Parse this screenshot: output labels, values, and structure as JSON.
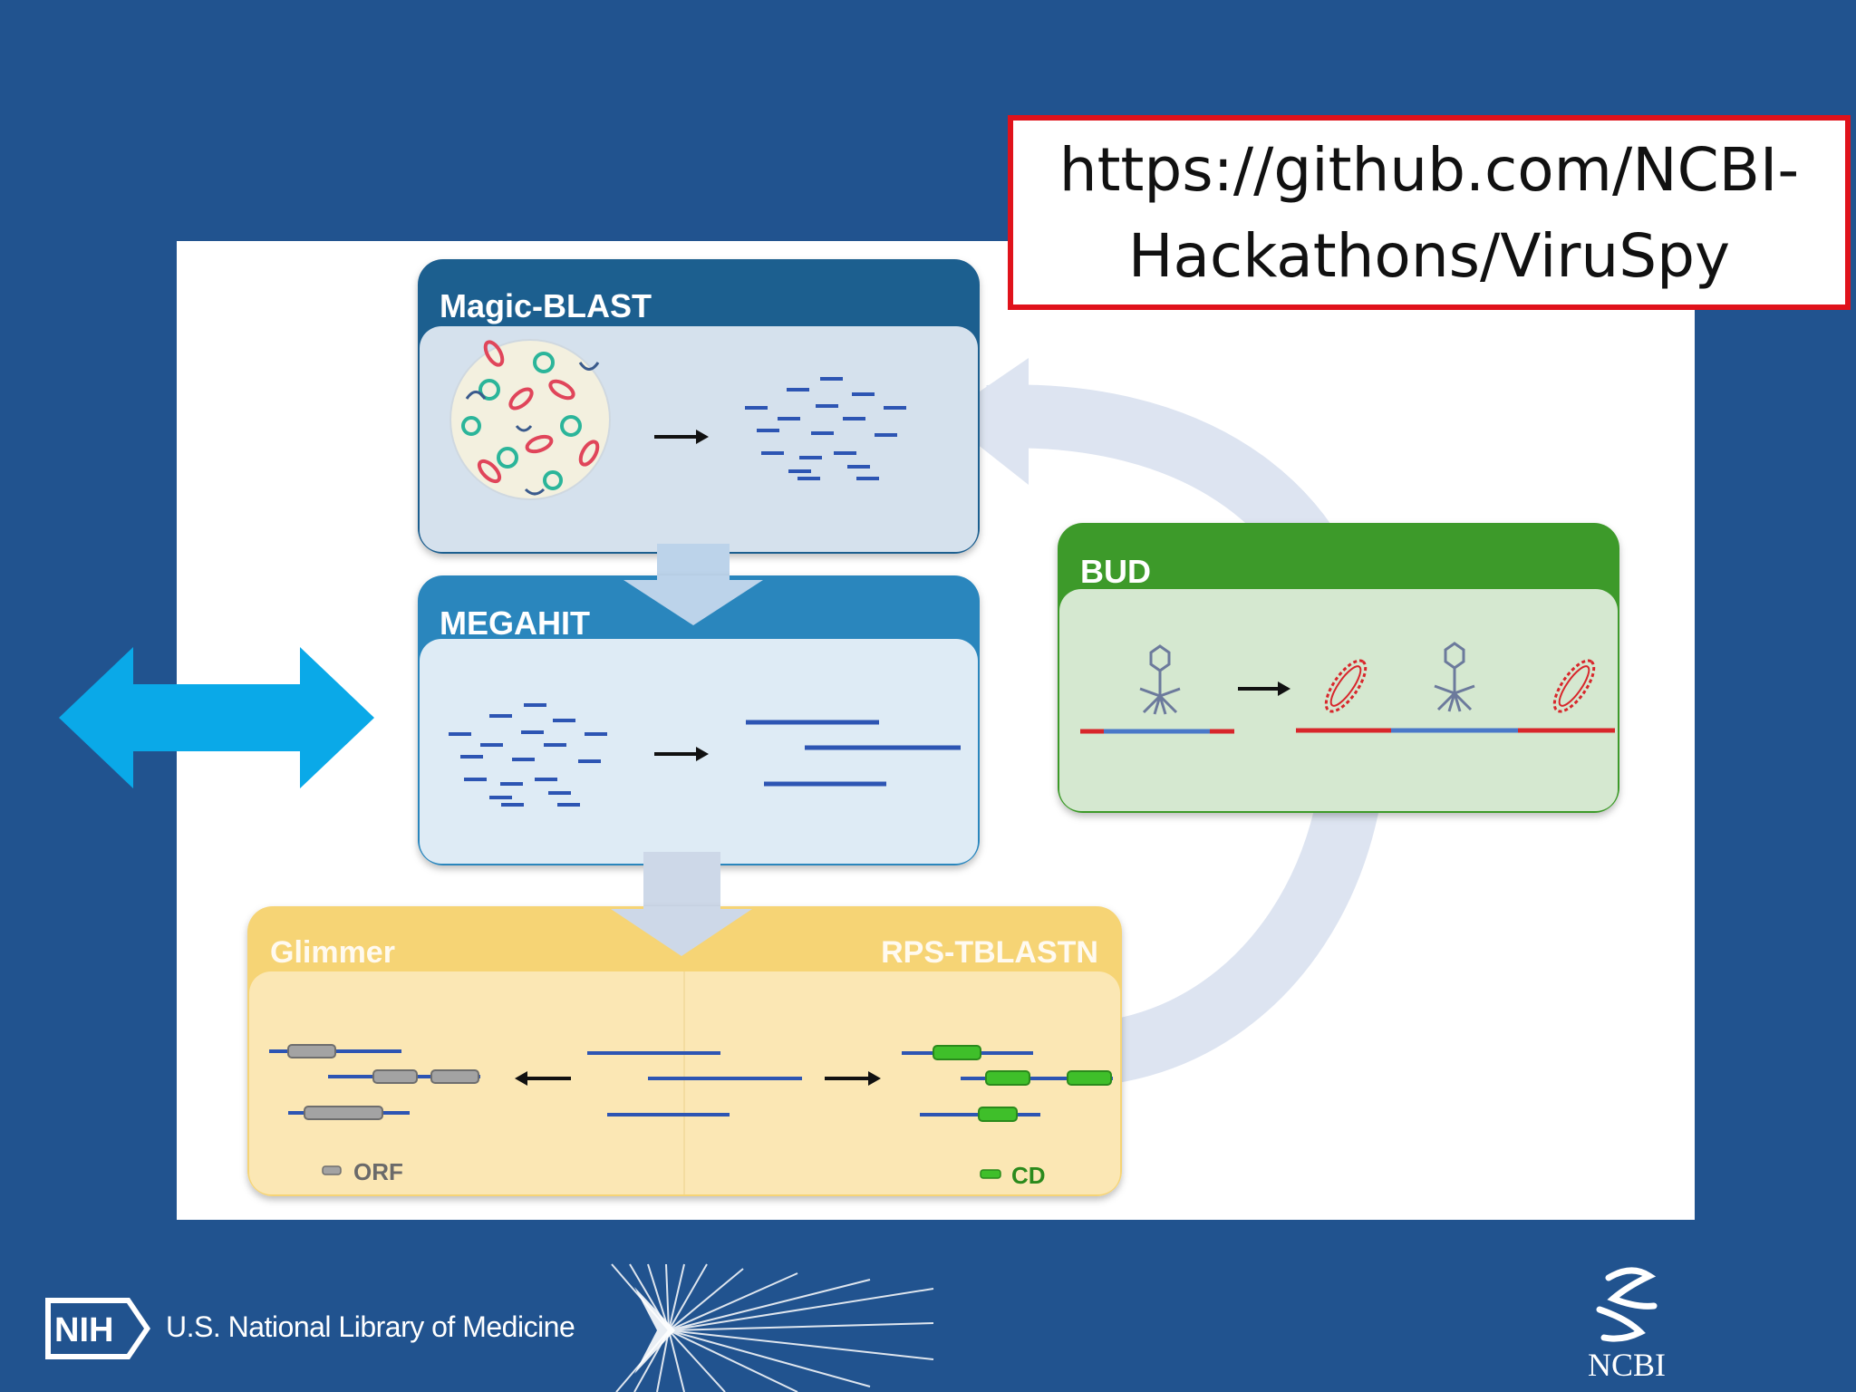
{
  "url_box": {
    "line1": "https://github.com/NCBI-",
    "line2": "Hackathons/ViruSpy"
  },
  "modules": {
    "magic_blast": "Magic-BLAST",
    "megahit": "MEGAHIT",
    "bud": "BUD",
    "glimmer": "Glimmer",
    "rps_tblastn": "RPS-TBLASTN"
  },
  "legend": {
    "orf": "ORF",
    "cd": "CD"
  },
  "footer": {
    "nih": "NIH",
    "nlm": "U.S. National Library of Medicine",
    "ncbi": "NCBI"
  },
  "colors": {
    "background": "#21538f",
    "magic_blast_header": "#1e5e8f",
    "megahit_header": "#2a86bd",
    "bud_header": "#3e9a2a",
    "glimmer_header": "#f6d475",
    "double_arrow": "#0aa9e8",
    "url_border": "#e0121b"
  }
}
